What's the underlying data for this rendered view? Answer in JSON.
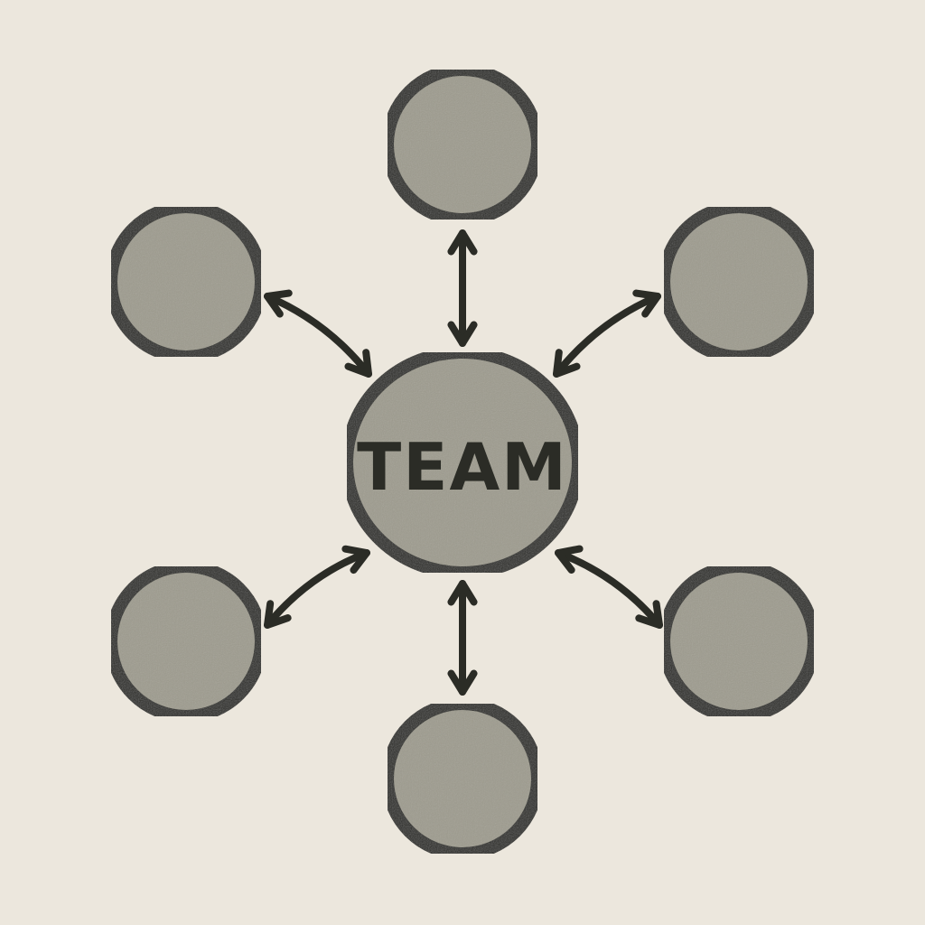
{
  "hub": {
    "label": "TEAM"
  },
  "members": [
    {
      "id": "top"
    },
    {
      "id": "upper-right"
    },
    {
      "id": "lower-right"
    },
    {
      "id": "bottom"
    },
    {
      "id": "lower-left"
    },
    {
      "id": "upper-left"
    }
  ],
  "colors": {
    "background": "#ece7dd",
    "node_fill": "#9e9b8e",
    "outline": "#2b2c26"
  }
}
